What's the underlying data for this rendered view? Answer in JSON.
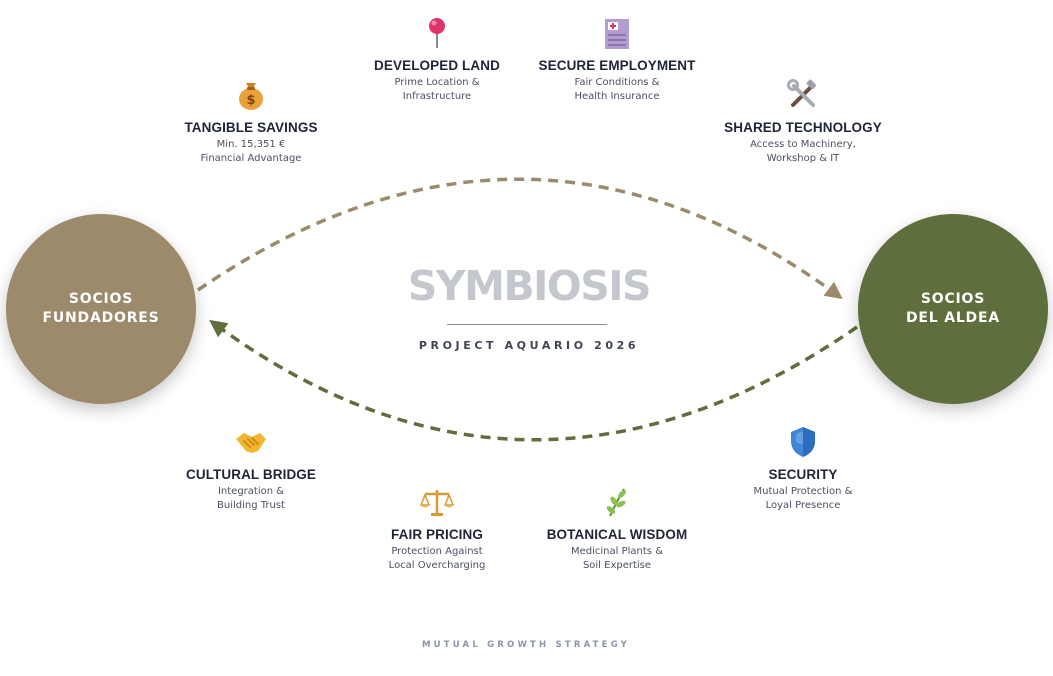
{
  "colors": {
    "founders": "#9c8a6a",
    "village": "#5e6e3c",
    "arrow_top": "#9c8a6a",
    "arrow_bottom": "#5e6e3c"
  },
  "nodes": {
    "left": {
      "label": "SOCIOS\nFUNDADORES"
    },
    "right": {
      "label": "SOCIOS\nDEL ALDEA"
    }
  },
  "center": {
    "title": "SYMBIOSIS",
    "subtitle": "PROJECT AQUARIO 2026"
  },
  "benefits_to_village": [
    {
      "icon": "money-bag-icon",
      "title": "TANGIBLE SAVINGS",
      "desc": "Min. 15,351 €\nFinancial Advantage"
    },
    {
      "icon": "pushpin-icon",
      "title": "DEVELOPED LAND",
      "desc": "Prime Location &\nInfrastructure"
    },
    {
      "icon": "hospital-icon",
      "title": "SECURE EMPLOYMENT",
      "desc": "Fair Conditions &\nHealth Insurance"
    },
    {
      "icon": "tools-icon",
      "title": "SHARED TECHNOLOGY",
      "desc": "Access to Machinery,\nWorkshop & IT"
    }
  ],
  "benefits_to_founders": [
    {
      "icon": "handshake-icon",
      "title": "CULTURAL BRIDGE",
      "desc": "Integration &\nBuilding Trust"
    },
    {
      "icon": "scales-icon",
      "title": "FAIR PRICING",
      "desc": "Protection Against\nLocal Overcharging"
    },
    {
      "icon": "herb-icon",
      "title": "BOTANICAL WISDOM",
      "desc": "Medicinal Plants &\nSoil Expertise"
    },
    {
      "icon": "shield-icon",
      "title": "SECURITY",
      "desc": "Mutual Protection &\nLoyal Presence"
    }
  ],
  "footer": "MUTUAL GROWTH STRATEGY"
}
